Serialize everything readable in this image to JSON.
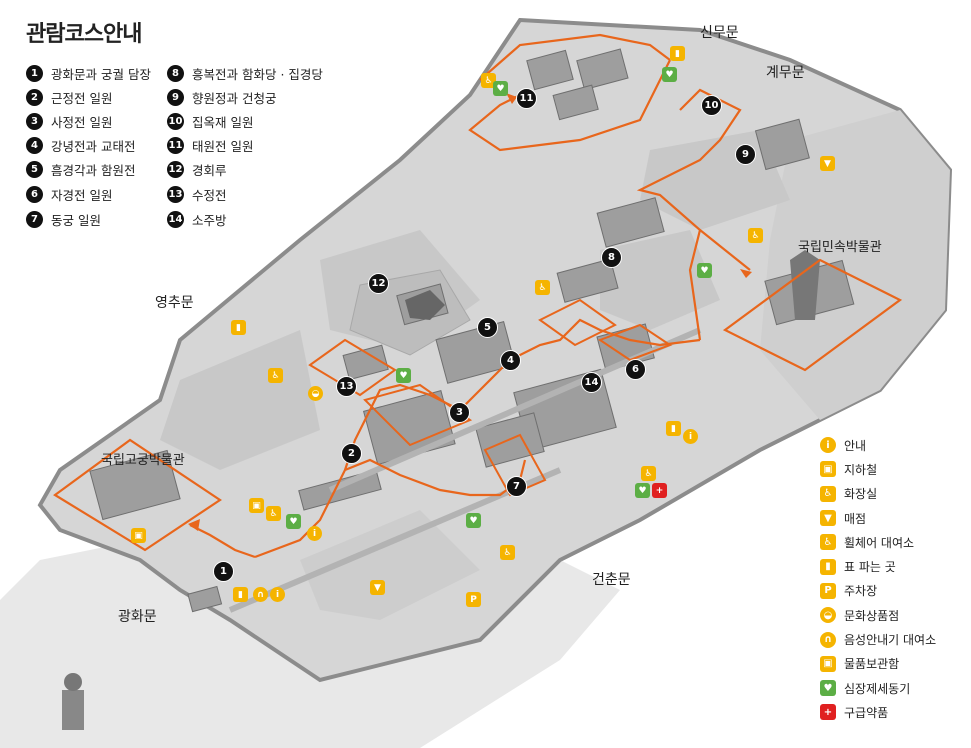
{
  "title": "관람코스안내",
  "courses": [
    {
      "num": "1",
      "label": "광화문과 궁궐 담장"
    },
    {
      "num": "2",
      "label": "근정전 일원"
    },
    {
      "num": "3",
      "label": "사정전 일원"
    },
    {
      "num": "4",
      "label": "강녕전과 교태전"
    },
    {
      "num": "5",
      "label": "흠경각과 함원전"
    },
    {
      "num": "6",
      "label": "자경전 일원"
    },
    {
      "num": "7",
      "label": "동궁 일원"
    },
    {
      "num": "8",
      "label": "흥복전과 함화당 · 집경당"
    },
    {
      "num": "9",
      "label": "향원정과 건청궁"
    },
    {
      "num": "10",
      "label": "집옥재 일원"
    },
    {
      "num": "11",
      "label": "태원전 일원"
    },
    {
      "num": "12",
      "label": "경회루"
    },
    {
      "num": "13",
      "label": "수정전"
    },
    {
      "num": "14",
      "label": "소주방"
    }
  ],
  "places": {
    "sinmu": "신무문",
    "gyemu": "계무문",
    "yeongchu": "영추문",
    "gwanghwa": "광화문",
    "geonchun": "건춘문",
    "folk_museum": "국립민속박물관",
    "palace_museum": "국립고궁박물관"
  },
  "legend": [
    {
      "icon": "info-icon",
      "glyph": "i",
      "label": "안내"
    },
    {
      "icon": "subway-icon",
      "glyph": "▣",
      "label": "지하철"
    },
    {
      "icon": "restroom-icon",
      "glyph": "♿",
      "label": "화장실"
    },
    {
      "icon": "shop-icon",
      "glyph": "▼",
      "label": "매점"
    },
    {
      "icon": "wheelchair-icon",
      "glyph": "♿",
      "label": "휠체어 대여소"
    },
    {
      "icon": "ticket-icon",
      "glyph": "▮",
      "label": "표 파는 곳"
    },
    {
      "icon": "parking-icon",
      "glyph": "P",
      "label": "주차장"
    },
    {
      "icon": "souvenir-icon",
      "glyph": "◒",
      "label": "문화상품점"
    },
    {
      "icon": "audio-guide-icon",
      "glyph": "∩",
      "label": "음성안내기 대여소"
    },
    {
      "icon": "locker-icon",
      "glyph": "▣",
      "label": "물품보관함"
    },
    {
      "icon": "aed-icon",
      "glyph": "♥",
      "label": "심장제세동기"
    },
    {
      "icon": "first-aid-icon",
      "glyph": "+",
      "label": "구급약품"
    }
  ],
  "colors": {
    "route": "#e8661c",
    "marker_yellow": "#f5b400",
    "marker_green": "#5cae45",
    "marker_red": "#e02020",
    "ground": "#d9d9d9",
    "wall": "#8c8c8c"
  }
}
